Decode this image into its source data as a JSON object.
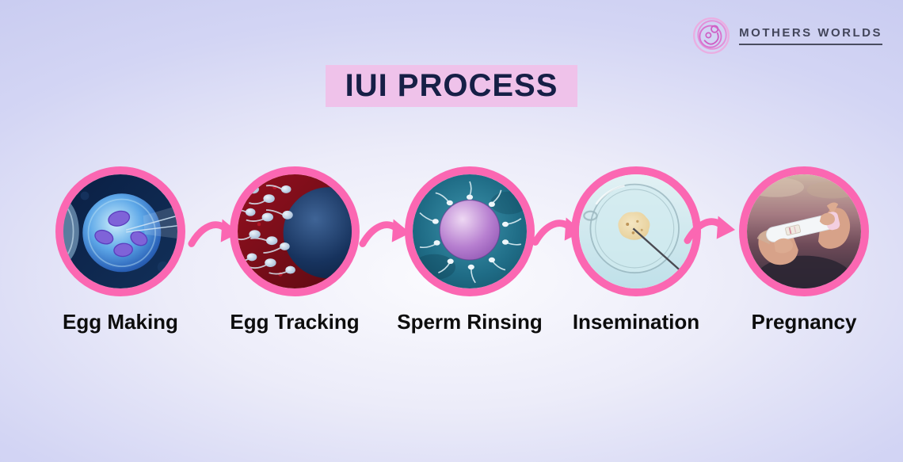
{
  "brand": {
    "name": "MOTHERS WORLDS"
  },
  "title": {
    "text": "IUI PROCESS"
  },
  "steps": [
    {
      "label": "Egg Making",
      "image": "egg-cell-microinjection"
    },
    {
      "label": "Egg Tracking",
      "image": "sperm-swimming-to-egg"
    },
    {
      "label": "Sperm Rinsing",
      "image": "washed-sperm-around-egg"
    },
    {
      "label": "Insemination",
      "image": "petri-dish-insemination"
    },
    {
      "label": "Pregnancy",
      "image": "hands-holding-pregnancy-test"
    }
  ],
  "icons": {
    "logo": "mother-and-child-spiral-icon",
    "arrow": "curved-flow-arrow-icon"
  },
  "colors": {
    "accent_pink": "#fb67b2",
    "title_highlight": "#efc2ea",
    "title_text": "#161f46",
    "label_text": "#0d0d0d",
    "brand_text": "#42455a",
    "background_center": "#fbfbfe",
    "background_edge": "#c7caf0"
  }
}
